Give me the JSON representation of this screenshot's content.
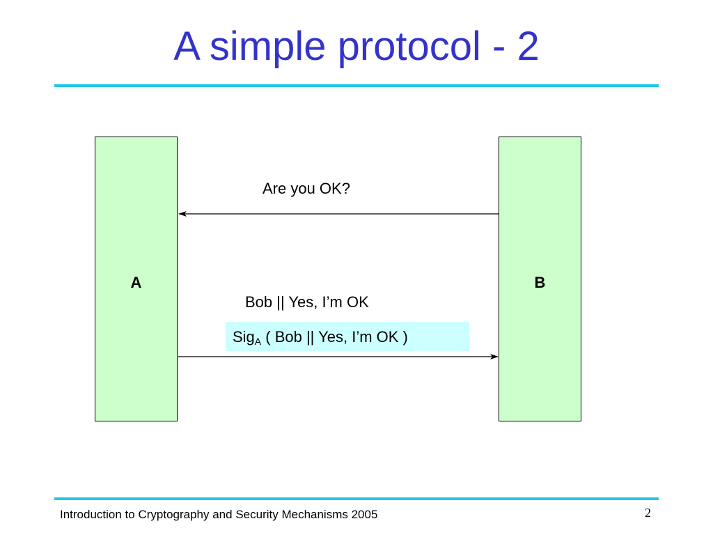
{
  "slide": {
    "title": "A simple protocol - 2",
    "footer": "Introduction to Cryptography and Security Mechanisms 2005",
    "page_number": "2"
  },
  "diagram": {
    "entities": [
      {
        "id": "A",
        "label": "A"
      },
      {
        "id": "B",
        "label": "B"
      }
    ],
    "messages": [
      {
        "from": "B",
        "to": "A",
        "text": "Are you OK?"
      },
      {
        "from": "A",
        "to": "B",
        "text": "Bob || Yes, I’m OK",
        "signature": {
          "prefix": "Sig",
          "subscript": "A",
          "body": " ( Bob || Yes, I’m OK )"
        }
      }
    ]
  },
  "colors": {
    "title": "#3333cc",
    "rule": "#1ec8e6",
    "entity_fill": "#ccffcc",
    "signature_fill": "#ccffff"
  }
}
